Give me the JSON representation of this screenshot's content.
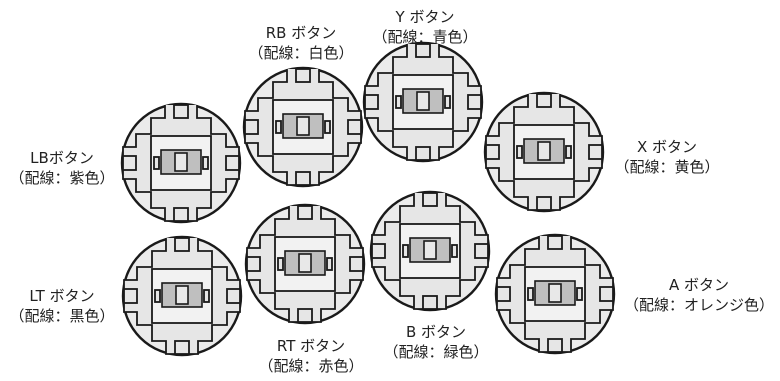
{
  "buttons": [
    {
      "id": "rb",
      "name": "RB ボタン",
      "wiring": "（配線：白色）"
    },
    {
      "id": "y",
      "name": "Y ボタン",
      "wiring": "（配線：青色）"
    },
    {
      "id": "lb",
      "name": "LBボタン",
      "wiring": "（配線：紫色）"
    },
    {
      "id": "x",
      "name": "X ボタン",
      "wiring": "（配線：黄色）"
    },
    {
      "id": "lt",
      "name": "LT ボタン",
      "wiring": "（配線：黒色）"
    },
    {
      "id": "rt",
      "name": "RT ボタン",
      "wiring": "（配線：赤色）"
    },
    {
      "id": "b",
      "name": "B ボタン",
      "wiring": "（配線：緑色）"
    },
    {
      "id": "a",
      "name": "A ボタン",
      "wiring": "（配線：オレンジ色）"
    }
  ]
}
